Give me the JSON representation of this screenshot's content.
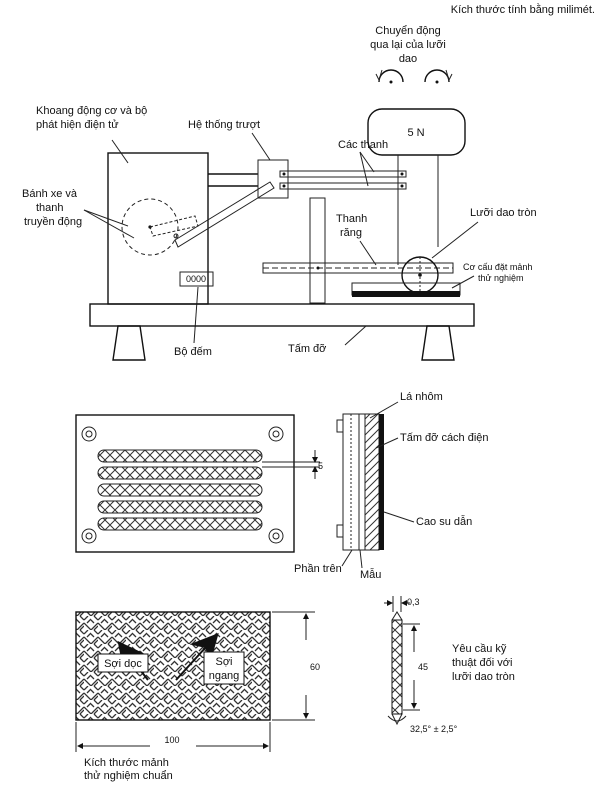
{
  "top_note": "Kích thước tính bằng milimét.",
  "apparatus": {
    "motion_label": [
      "Chuyển động",
      "qua lại của lưỡi",
      "dao"
    ],
    "weight_label": "5 N",
    "motor_label": [
      "Khoang động cơ và  bộ",
      "phát hiện điện tử"
    ],
    "slide_label": "Hệ thống trượt",
    "bars_label": "Các thanh",
    "wheel_label": [
      "Bánh xe và",
      "thanh",
      "truyền động"
    ],
    "rack_label": [
      "Thanh",
      "răng"
    ],
    "blade_label": "Lưỡi dao tròn",
    "holder_label": [
      "Cơ cấu đặt mảnh",
      "thử nghiệm"
    ],
    "counter_value": "0000",
    "counter_label": "Bộ đếm",
    "base_label": "Tấm đỡ"
  },
  "holder_detail": {
    "dim_5": "5",
    "aluminium_label": "Lá nhôm",
    "insulator_label": "Tấm đỡ cách điện",
    "rubber_label": "Cao su dẫn",
    "upper_label": "Phần trên",
    "sample_label": "Mẫu"
  },
  "specimen": {
    "warp_label": "Sợi dọc",
    "weft_label": [
      "Sợi",
      "ngang"
    ],
    "height_dim": "60",
    "width_dim": "100",
    "caption": [
      "Kích thước mảnh",
      "thử nghiệm chuẩn"
    ]
  },
  "blade_spec": {
    "thickness_dim": "0,3",
    "length_dim": "45",
    "angle_dim": "32,5° ± 2,5°",
    "caption": [
      "Yêu cầu kỹ",
      "thuật đối với",
      "lưỡi dao tròn"
    ]
  }
}
